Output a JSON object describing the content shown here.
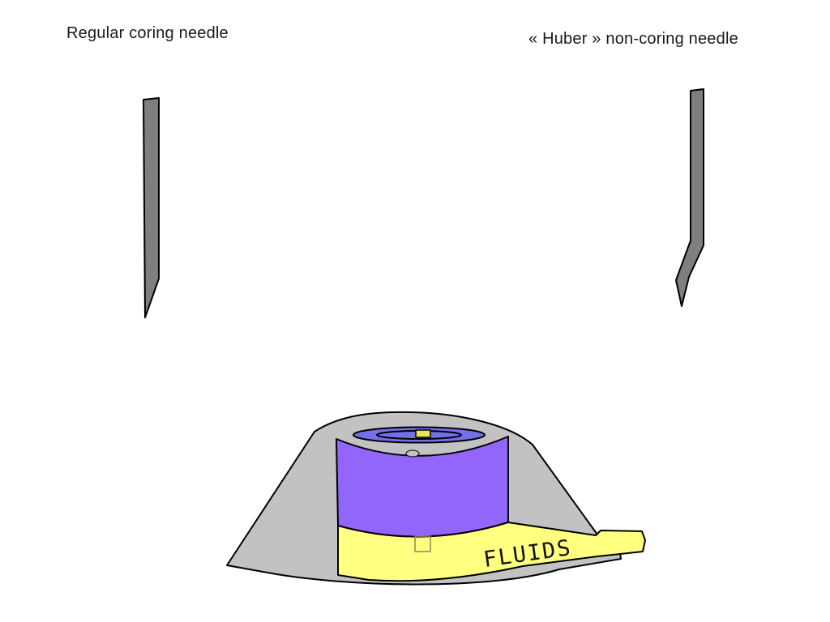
{
  "slide": {
    "left_label": "Regular coring needle",
    "right_label": "« Huber » non-coring needle",
    "fluids_label": "FLUIDS",
    "colors": {
      "background": "#ffffff",
      "label_text": "#1a1a1a",
      "needle_gray": "#7f7f7f",
      "port_gray": "#c2c2c2",
      "septum_blue": "#7470e8",
      "body_purple": "#9266fb",
      "fluid_yellow": "#ffff80",
      "plug_yellow": "#ede24f",
      "outline": "#000000",
      "square_detail": "#8a8a55"
    }
  }
}
